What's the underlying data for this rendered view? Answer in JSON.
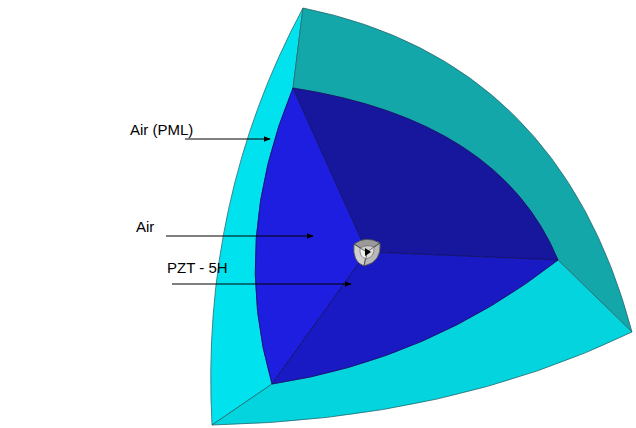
{
  "diagram": {
    "labels": [
      "Air (PML)",
      "Air",
      "PZT - 5H"
    ]
  }
}
